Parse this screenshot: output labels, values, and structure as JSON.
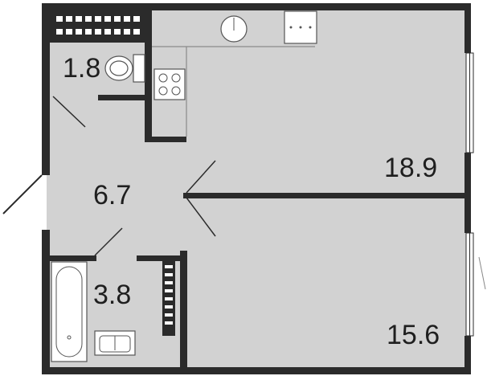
{
  "rooms": {
    "wc": {
      "area": "1.8"
    },
    "hall": {
      "area": "6.7"
    },
    "bathroom": {
      "area": "3.8"
    },
    "kitchen_living": {
      "area": "18.9"
    },
    "bedroom": {
      "area": "15.6"
    }
  },
  "colors": {
    "wall": "#2b2b2b",
    "floor": "#d2d2d2",
    "background": "#ffffff",
    "fixture_line": "#555555"
  },
  "icons": [
    "ventilation-shaft-icon",
    "toilet-icon",
    "stove-icon",
    "sink-icon",
    "bathtub-icon",
    "washbasin-icon",
    "towel-radiator-icon",
    "window-icon",
    "door-swing-icon"
  ]
}
